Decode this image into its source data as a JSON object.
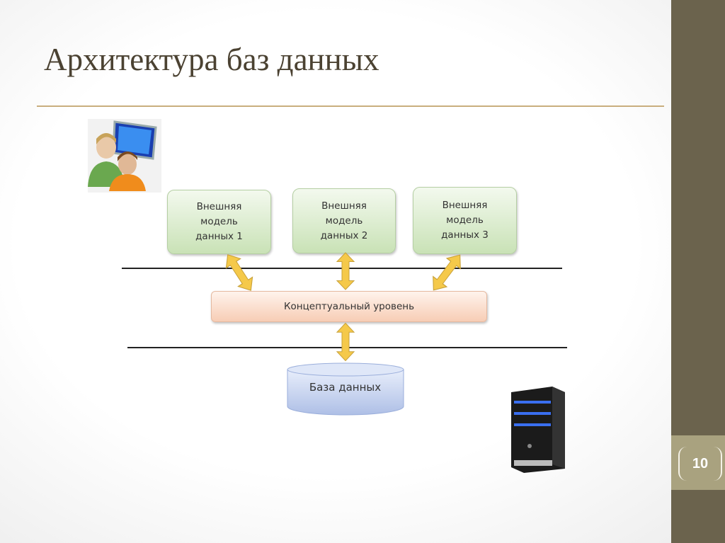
{
  "slide": {
    "title": "Архитектура баз данных",
    "page_number": "10"
  },
  "diagram": {
    "external_models": [
      {
        "line1": "Внешняя",
        "line2": "модель",
        "line3": "данных 1"
      },
      {
        "line1": "Внешняя",
        "line2": "модель",
        "line3": "данных 2"
      },
      {
        "line1": "Внешняя",
        "line2": "модель",
        "line3": "данных 3"
      }
    ],
    "conceptual_level": "Концептуальный уровень",
    "database": "База данных"
  },
  "colors": {
    "sidebar": "#6b634d",
    "page_box": "#a9a27f",
    "arrow": "#f5c94a",
    "rule": "#c9ae7e"
  }
}
